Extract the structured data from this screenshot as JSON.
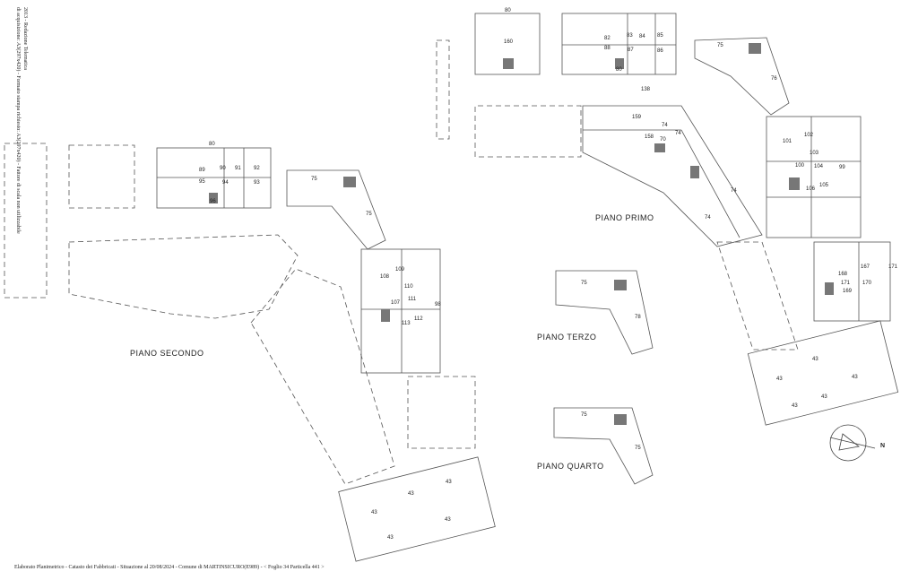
{
  "labels": {
    "piano_primo": "PIANO  PRIMO",
    "piano_secondo": "PIANO  SECONDO",
    "piano_terzo": "PIANO TERZO",
    "piano_quarto": "PIANO QUARTO"
  },
  "units": {
    "u160": "160",
    "u80a": "80",
    "u82": "82",
    "u83": "83",
    "u84": "84",
    "u85": "85",
    "u88": "88",
    "u87": "87",
    "u86": "86",
    "u80b": "80",
    "u75a": "75",
    "u76": "76",
    "u138": "138",
    "u159": "159",
    "u158": "158",
    "u70": "70",
    "u74a": "74",
    "u74b": "74",
    "u74c": "74",
    "u74d": "74",
    "u101": "101",
    "u102": "102",
    "u100": "100",
    "u103": "103",
    "u104": "104",
    "u99": "99",
    "u106": "106",
    "u105": "105",
    "u168": "168",
    "u167": "167",
    "u171a": "171",
    "u171b": "171",
    "u169": "169",
    "u170": "170",
    "u80c": "80",
    "u89": "89",
    "u90": "90",
    "u91": "91",
    "u92": "92",
    "u95": "95",
    "u94": "94",
    "u93": "93",
    "u96": "96",
    "u75b": "75",
    "u75c": "75",
    "u109": "109",
    "u108": "108",
    "u110": "110",
    "u111": "111",
    "u107": "107",
    "u98": "98",
    "u113": "113",
    "u112": "112",
    "u75d": "75",
    "u78": "78",
    "u75e": "75",
    "u75f": "75",
    "u43a": "43",
    "u43b": "43",
    "u43c": "43",
    "u43d": "43",
    "u43e": "43",
    "u43f": "43",
    "u43g": "43",
    "u43h": "43",
    "u43i": "43",
    "u43j": "43"
  },
  "compass": {
    "north": "N"
  },
  "footer_text": "Elaborato Planimetrico - Catasto dei Fabbricati - Situazione al 20/08/2024 - Comune di MARTINSICURO(E989) - < Foglio 34 Particella 441 >",
  "side_text_left": "2013 - Redazione Telematica",
  "side_text_left2": "di acquisizione: A3(297x420) - Formato stampa richiesto: A3(297x420) - Fattore di scala non utilizzabile",
  "colors": {
    "line": "#444444",
    "background": "#ffffff"
  }
}
